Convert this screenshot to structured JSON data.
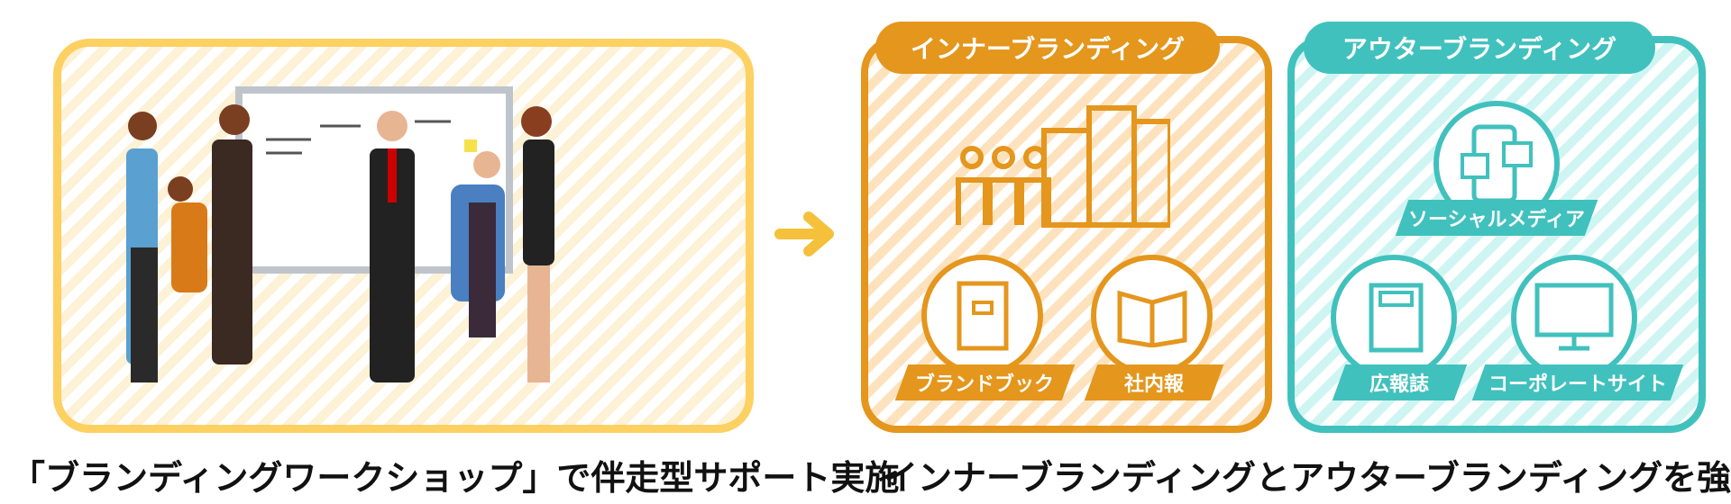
{
  "left": {
    "caption": "「ブランディングワークショップ」で伴走型サポート実施",
    "illustration": "workshop-team-whiteboard"
  },
  "right": {
    "caption": "インナーブランディングとアウターブランディングを強化"
  },
  "inner": {
    "title": "インナーブランディング",
    "items": [
      {
        "label": "ブランドブック",
        "icon": "book-icon"
      },
      {
        "label": "社内報",
        "icon": "newsletter-icon"
      }
    ],
    "hero_icon": "people-buildings-icon",
    "color": "#e4961d"
  },
  "outer": {
    "title": "アウターブランディング",
    "items": [
      {
        "label": "ソーシャルメディア",
        "icon": "smartphone-social-icon"
      },
      {
        "label": "広報誌",
        "icon": "fax-publication-icon"
      },
      {
        "label": "コーポレートサイト",
        "icon": "website-monitor-icon"
      }
    ],
    "color": "#41c1bd"
  },
  "colors": {
    "left_border": "#fdd062",
    "arrow": "#f5c03a"
  }
}
